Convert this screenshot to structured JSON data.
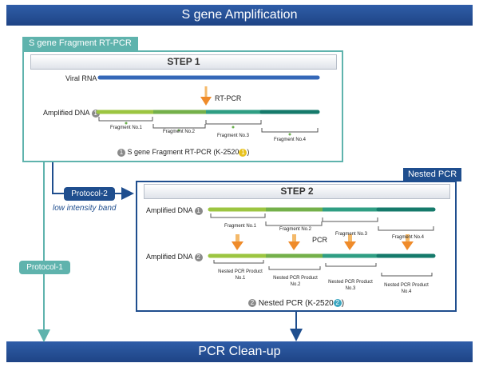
{
  "header": {
    "title": "S gene Amplification"
  },
  "footer": {
    "title": "PCR Clean-up"
  },
  "box1": {
    "tab": "S gene Fragment RT-PCR",
    "step": "STEP 1",
    "viral_rna": "Viral RNA",
    "rt_pcr": "RT-PCR",
    "amplified_dna": "Amplified DNA",
    "marker": "1",
    "fragments": [
      "Fragment No.1",
      "Fragment No.2",
      "Fragment No.3",
      "Fragment No.4"
    ],
    "caption_text": "S gene Fragment RT-PCR (K-2520",
    "caption_badge": "1",
    "caption_end": ")"
  },
  "box2": {
    "tab": "Nested PCR",
    "step": "STEP 2",
    "amplified_dna": "Amplified DNA",
    "marker_top": "1",
    "marker_bottom": "2",
    "fragments": [
      "Fragment No.1",
      "Fragment No.2",
      "Fragment No.3",
      "Fragment No.4"
    ],
    "pcr": "PCR",
    "products": [
      {
        "line1": "Nested PCR Product",
        "line2": "No.1"
      },
      {
        "line1": "Nested PCR Product",
        "line2": "No.2"
      },
      {
        "line1": "Nested PCR Product",
        "line2": "No.3"
      },
      {
        "line1": "Nested PCR Product",
        "line2": "No.4"
      }
    ],
    "caption_text": "Nested PCR (K-2520",
    "caption_badge": "2",
    "caption_end": ")"
  },
  "protocol2": {
    "label": "Protocol-2",
    "note": "low intensity band"
  },
  "protocol1": {
    "label": "Protocol-1"
  },
  "colors": {
    "blue": "#1f4e8e",
    "teal": "#5fb3ad",
    "lime": "#9cc541",
    "green1": "#74b04a",
    "green2": "#2f9e83",
    "green3": "#157a6b",
    "orange": "#ef8b2a"
  }
}
